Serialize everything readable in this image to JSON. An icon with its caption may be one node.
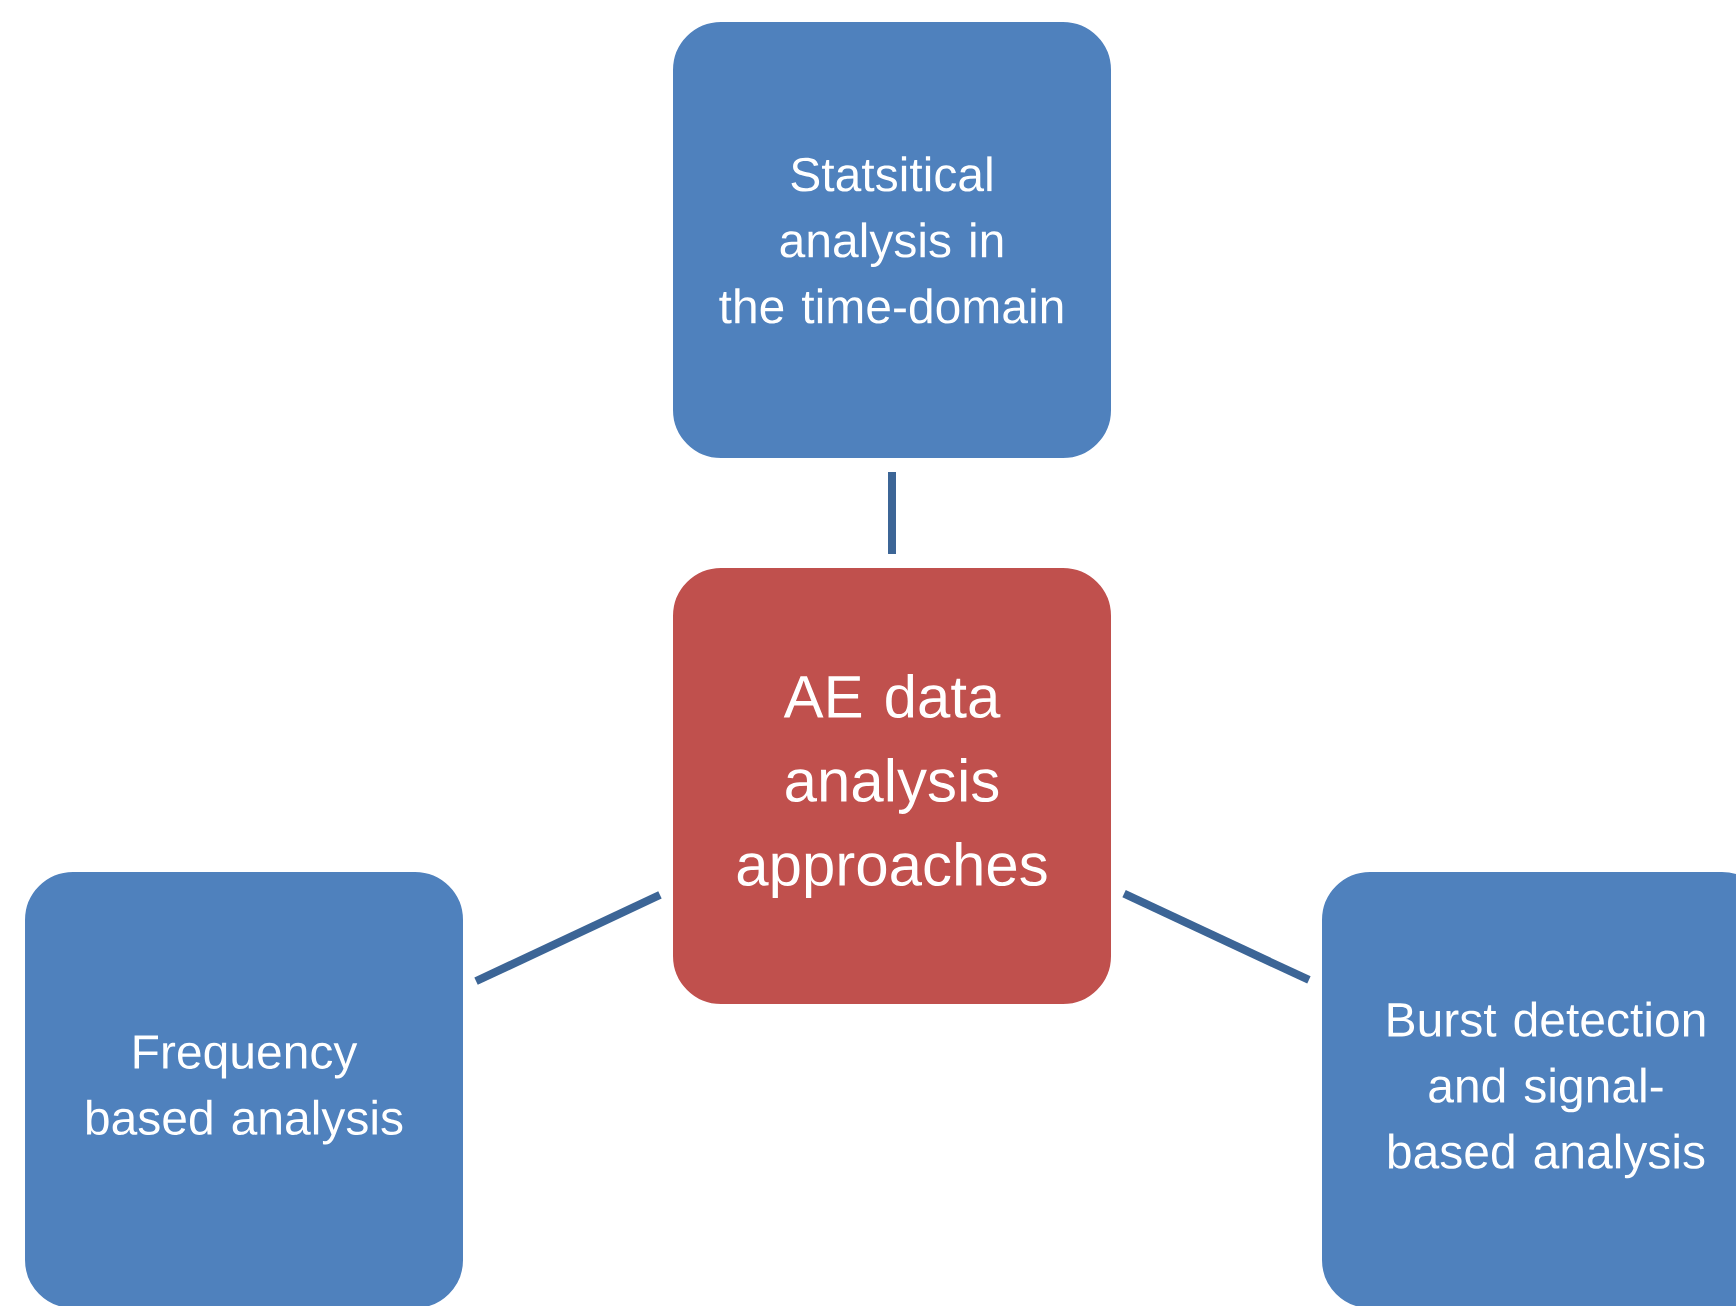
{
  "diagram": {
    "nodes": [
      {
        "text": [
          "AE data analysis approaches"
        ]
      },
      {
        "text": [
          "Statsitical analysis in the time-domain"
        ]
      },
      {
        "text": [
          "Frequency based analysis"
        ]
      },
      {
        "text": [
          "Burst detection and signal-based analysis"
        ]
      }
    ],
    "edges": [
      {
        "from": 0,
        "to": 1,
        "arrow": "none"
      },
      {
        "from": 0,
        "to": 2,
        "arrow": "none"
      },
      {
        "from": 0,
        "to": 3,
        "arrow": "none"
      }
    ]
  }
}
